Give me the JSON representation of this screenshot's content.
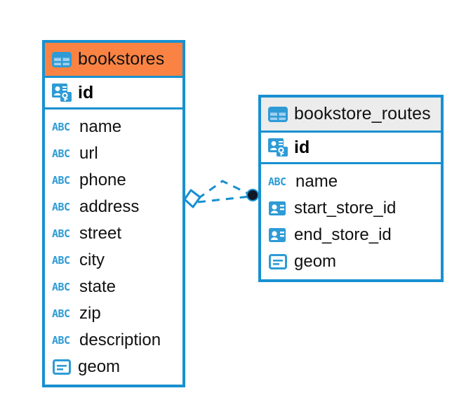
{
  "diagram": {
    "type": "entity-relationship-diagram",
    "background": "#ffffff",
    "accent_blue": "#1890d0",
    "header_orange": "#fa8343",
    "header_gray": "#ececec",
    "icon_blue": "#2e9bd6",
    "connector": {
      "style": "dashed",
      "color": "#1890d0",
      "left_endpoint": "diamond-open-marker",
      "right_endpoint": "filled-circle-marker"
    }
  },
  "tables": [
    {
      "name": "bookstores",
      "header_style": "orange",
      "table_icon": "table-icon",
      "primary_key": {
        "label": "id",
        "icon": "primary-key-icon"
      },
      "fields": [
        {
          "label": "name",
          "icon": "abc-text-icon",
          "type_glyph": "ABC"
        },
        {
          "label": "url",
          "icon": "abc-text-icon",
          "type_glyph": "ABC"
        },
        {
          "label": "phone",
          "icon": "abc-text-icon",
          "type_glyph": "ABC"
        },
        {
          "label": "address",
          "icon": "abc-text-icon",
          "type_glyph": "ABC"
        },
        {
          "label": "street",
          "icon": "abc-text-icon",
          "type_glyph": "ABC"
        },
        {
          "label": "city",
          "icon": "abc-text-icon",
          "type_glyph": "ABC"
        },
        {
          "label": "state",
          "icon": "abc-text-icon",
          "type_glyph": "ABC"
        },
        {
          "label": "zip",
          "icon": "abc-text-icon",
          "type_glyph": "ABC"
        },
        {
          "label": "description",
          "icon": "abc-text-icon",
          "type_glyph": "ABC"
        },
        {
          "label": "geom",
          "icon": "geometry-icon",
          "type_glyph": ""
        }
      ]
    },
    {
      "name": "bookstore_routes",
      "header_style": "gray",
      "table_icon": "table-icon",
      "primary_key": {
        "label": "id",
        "icon": "primary-key-icon"
      },
      "fields": [
        {
          "label": "name",
          "icon": "abc-text-icon",
          "type_glyph": "ABC"
        },
        {
          "label": "start_store_id",
          "icon": "foreign-key-icon",
          "type_glyph": ""
        },
        {
          "label": "end_store_id",
          "icon": "foreign-key-icon",
          "type_glyph": ""
        },
        {
          "label": "geom",
          "icon": "geometry-icon",
          "type_glyph": ""
        }
      ]
    }
  ]
}
